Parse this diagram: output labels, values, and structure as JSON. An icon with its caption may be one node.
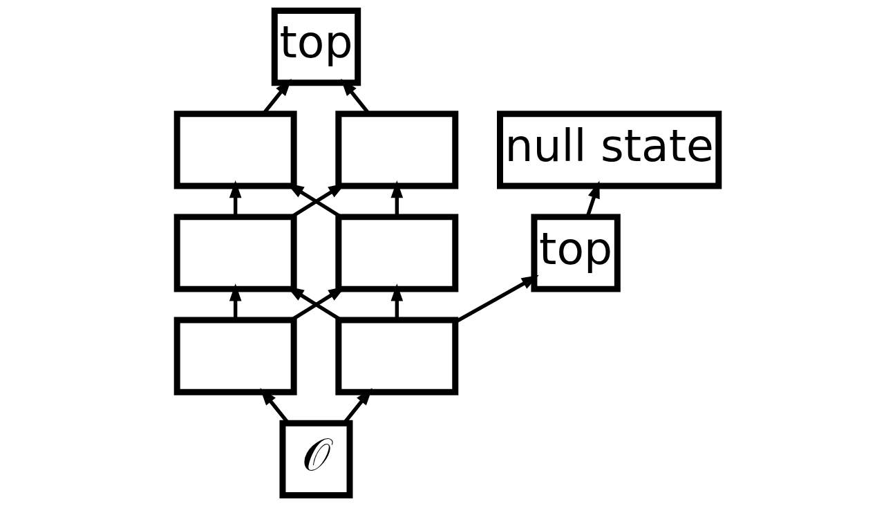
{
  "diagram": {
    "nodes": [
      {
        "text": [
          "top"
        ]
      },
      {
        "text": [],
        "shape": "box"
      },
      {
        "text": [],
        "shape": "box"
      },
      {
        "text": [
          "null state"
        ]
      },
      {
        "text": [],
        "shape": "box"
      },
      {
        "text": [],
        "shape": "box"
      },
      {
        "text": [
          "top"
        ]
      },
      {
        "text": [],
        "shape": "box"
      },
      {
        "text": [],
        "shape": "box"
      },
      {
        "text": [
          "𝒪"
        ]
      }
    ],
    "edges": [
      {
        "from": 1,
        "to": 0,
        "arrow": "to"
      },
      {
        "from": 2,
        "to": 0,
        "arrow": "to"
      },
      {
        "from": 4,
        "to": 1,
        "arrow": "to"
      },
      {
        "from": 4,
        "to": 2,
        "arrow": "to"
      },
      {
        "from": 5,
        "to": 1,
        "arrow": "to"
      },
      {
        "from": 5,
        "to": 2,
        "arrow": "to"
      },
      {
        "from": 7,
        "to": 4,
        "arrow": "to"
      },
      {
        "from": 7,
        "to": 5,
        "arrow": "to"
      },
      {
        "from": 8,
        "to": 4,
        "arrow": "to"
      },
      {
        "from": 8,
        "to": 5,
        "arrow": "to"
      },
      {
        "from": 8,
        "to": 6,
        "arrow": "to"
      },
      {
        "from": 6,
        "to": 3,
        "arrow": "to"
      },
      {
        "from": 9,
        "to": 7,
        "arrow": "to"
      },
      {
        "from": 9,
        "to": 8,
        "arrow": "to"
      }
    ]
  }
}
